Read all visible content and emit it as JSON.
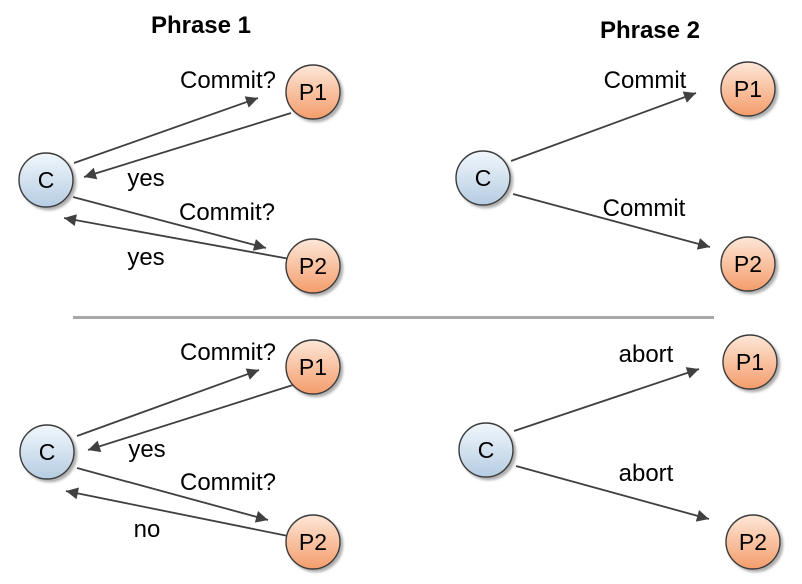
{
  "titles": {
    "phase1": "Phrase 1",
    "phase2": "Phrase 2"
  },
  "nodes": {
    "coordinator": "C",
    "p1": "P1",
    "p2": "P2"
  },
  "panels": {
    "phase1_all_yes": {
      "request_p1": "Commit?",
      "reply_p1": "yes",
      "request_p2": "Commit?",
      "reply_p2": "yes"
    },
    "phase2_commit": {
      "msg_p1": "Commit",
      "msg_p2": "Commit"
    },
    "phase1_one_no": {
      "request_p1": "Commit?",
      "reply_p1": "yes",
      "request_p2": "Commit?",
      "reply_p2": "no"
    },
    "phase2_abort": {
      "msg_p1": "abort",
      "msg_p2": "abort"
    }
  },
  "colors": {
    "coordinator_top": "#f1f7fc",
    "coordinator_bottom": "#b5cce2",
    "participant_top": "#fde7d8",
    "participant_bottom": "#f49c6b",
    "node_outline": "#3b3b3b",
    "arrow": "#404040",
    "divider": "#a8a8a8",
    "background": "#ffffff"
  }
}
